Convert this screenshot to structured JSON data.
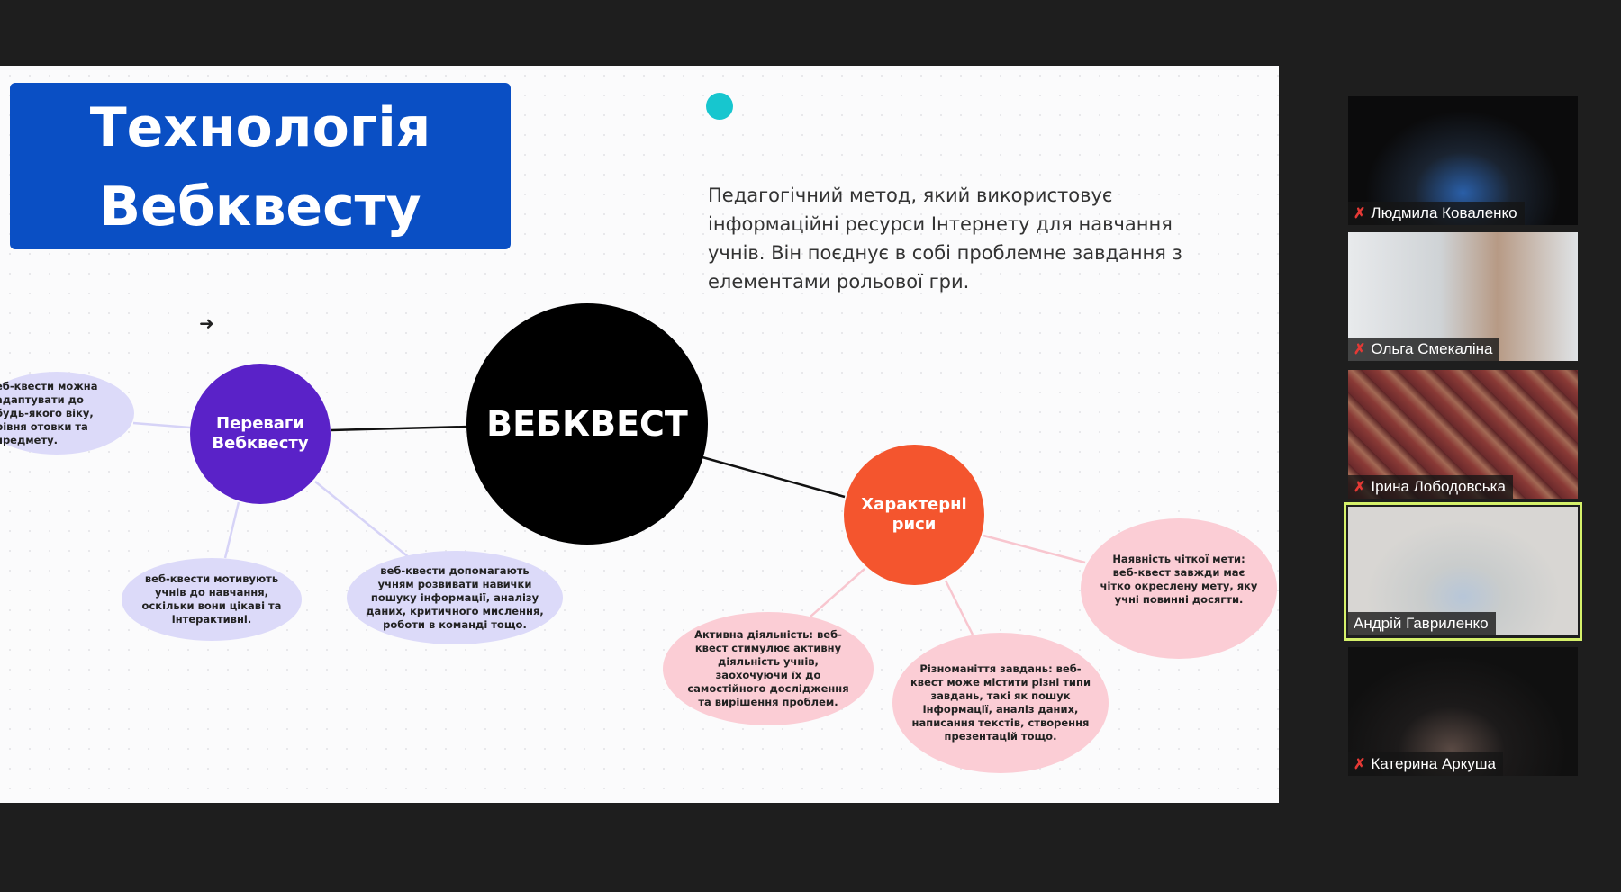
{
  "slide": {
    "title_line1": "Технологія",
    "title_line2": "Вебквесту",
    "description": "Педагогічний метод, який використовує інформаційні ресурси Інтернету для навчання учнів. Він поєднує в собі проблемне завдання з елементами рольової гри.",
    "center": "ВЕБКВЕСТ",
    "advantages": {
      "title": "Переваги Вебквесту",
      "items": [
        "еб-квести можна адаптувати до будь-якого віку, рівня отовки та предмету.",
        "веб-квести мотивують учнів до навчання, оскільки вони цікаві та інтерактивні.",
        "веб-квести допомагають учням розвивати навички пошуку інформації, аналізу даних, критичного мислення, роботи в команді тощо."
      ]
    },
    "features": {
      "title": "Характерні риси",
      "items": [
        "Наявність чіткої мети: веб-квест завжди має чітко окреслену мету, яку учні повинні досягти.",
        "Активна діяльність: веб-квест стимулює активну діяльність учнів, заохочуючи їх до самостійного дослідження та вирішення проблем.",
        "Різноманіття завдань: веб-квест може містити різні типи завдань, такі як пошук інформації, аналіз даних, написання текстів, створення презентацій тощо."
      ]
    },
    "colors": {
      "title_bg": "#0a4fc4",
      "purple": "#5a22c8",
      "orange": "#f4552e",
      "lavender": "#dcdaf9",
      "pink": "#fbcdd5"
    }
  },
  "participants": [
    {
      "name": "Людмила Коваленко",
      "muted": true
    },
    {
      "name": "Ольга Смекаліна",
      "muted": true
    },
    {
      "name": "Ірина Лободовська",
      "muted": true
    },
    {
      "name": "Андрій Гавриленко",
      "muted": false,
      "speaking": true
    },
    {
      "name": "Катерина Аркуша",
      "muted": true
    }
  ]
}
